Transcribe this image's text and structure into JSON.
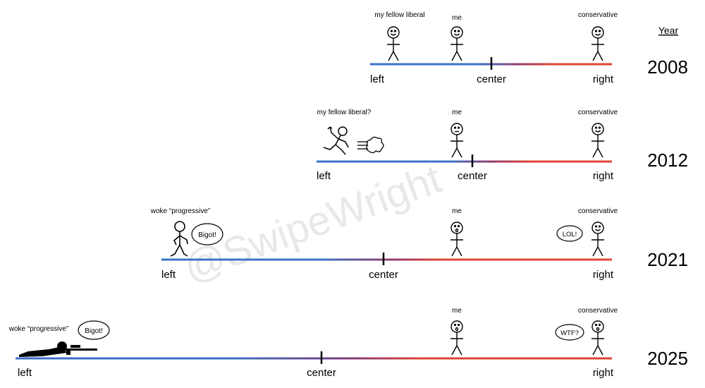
{
  "header": {
    "year_label": "Year"
  },
  "watermark": "@SwipeWright",
  "colors": {
    "left": "#3a73c9",
    "right": "#e04433",
    "ink": "#000000",
    "watermark": "#cccccc"
  },
  "rows": [
    {
      "year": "2008",
      "labels": {
        "left": "left",
        "center": "center",
        "right": "right"
      },
      "liberal": {
        "label": "my fellow liberal",
        "pose": "standing-smile"
      },
      "me": {
        "label": "me",
        "face": "smile"
      },
      "conservative": {
        "label": "conservative",
        "face": "smile"
      }
    },
    {
      "year": "2012",
      "labels": {
        "left": "left",
        "center": "center",
        "right": "right"
      },
      "liberal": {
        "label": "my fellow liberal?",
        "pose": "running-away"
      },
      "me": {
        "label": "me",
        "face": "neutral"
      },
      "conservative": {
        "label": "conservative",
        "face": "smile"
      }
    },
    {
      "year": "2021",
      "labels": {
        "left": "left",
        "center": "center",
        "right": "right"
      },
      "liberal": {
        "label": "woke “progressive”",
        "pose": "pointing",
        "speech": "Bigot!"
      },
      "me": {
        "label": "me",
        "face": "shocked"
      },
      "conservative": {
        "label": "conservative",
        "face": "smile",
        "speech": "LOL!"
      }
    },
    {
      "year": "2025",
      "labels": {
        "left": "left",
        "center": "center",
        "right": "right"
      },
      "liberal": {
        "label": "woke “progressive”",
        "pose": "prone-sniper",
        "speech": "Bigot!"
      },
      "me": {
        "label": "me",
        "face": "shocked"
      },
      "conservative": {
        "label": "conservative",
        "face": "shocked",
        "speech": "WTF?"
      }
    }
  ]
}
